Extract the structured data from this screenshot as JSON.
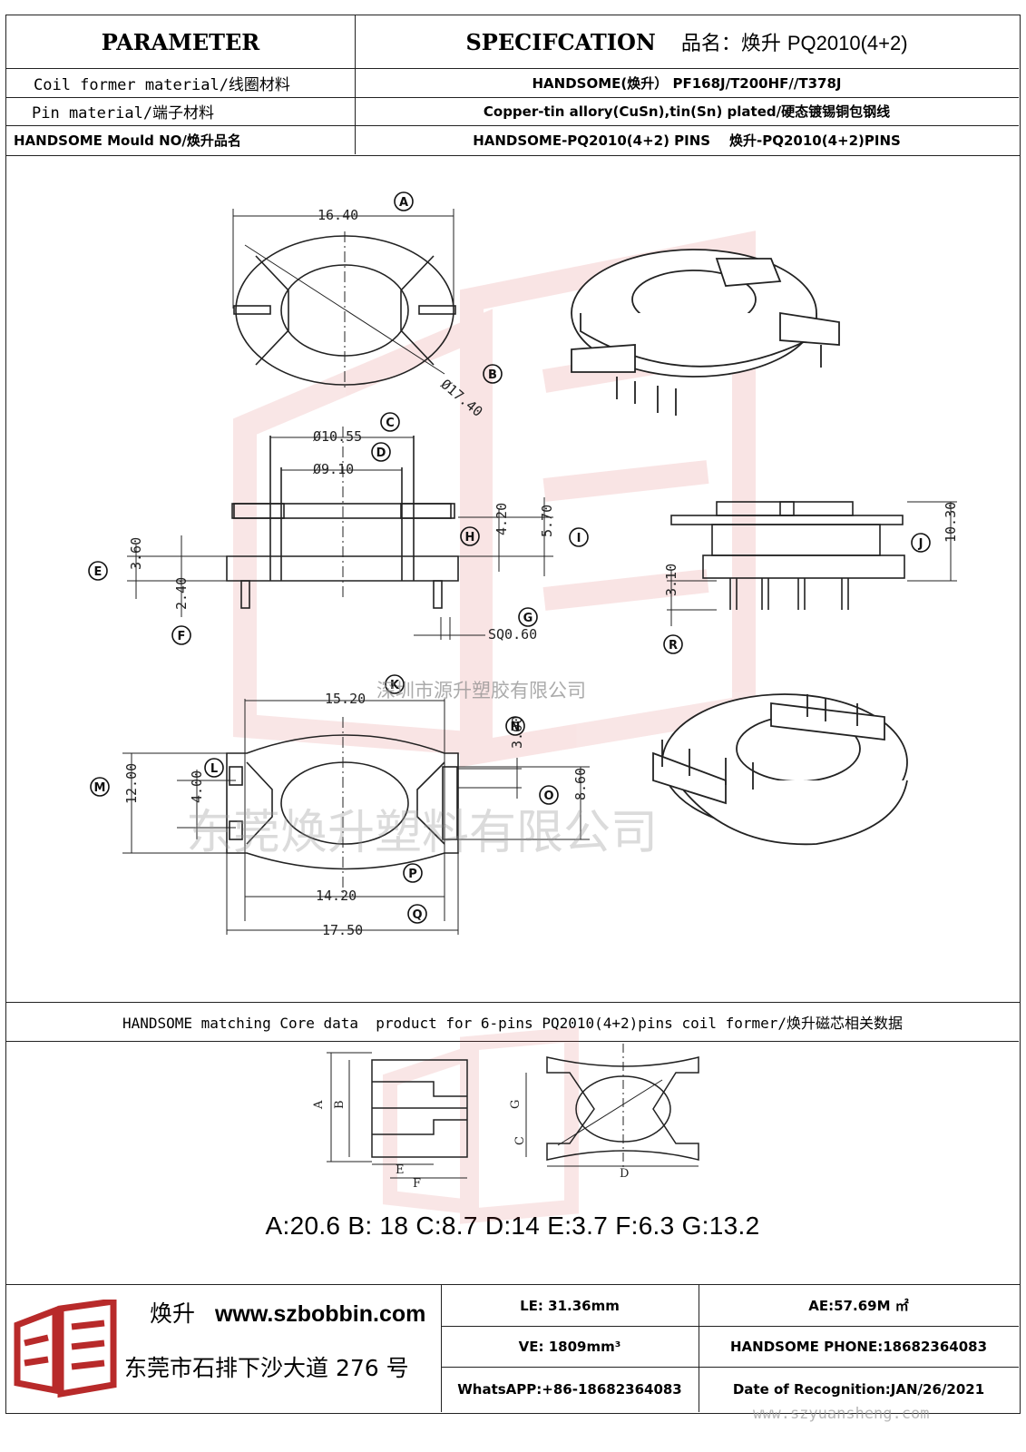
{
  "header": {
    "param_title": "PARAMETER",
    "spec_title": "SPECIFCATION",
    "product_name_label": "品名：焕升",
    "product_name_value": "PQ2010(4+2)",
    "rows": [
      {
        "label": "Coil former material/线圈材料",
        "value": "HANDSOME(焕升）  PF168J/T200HF//T378J"
      },
      {
        "label": "Pin material/端子材料",
        "value": "Copper-tin allory(CuSn),tin(Sn) plated/硬态镀锡铜包钢线"
      },
      {
        "label": "HANDSOME Mould NO/焕升品名",
        "value": "HANDSOME-PQ2010(4+2) PINS    焕升-PQ2010(4+2)PINS"
      }
    ]
  },
  "drawing": {
    "dims": {
      "A": "16.40",
      "B": "Ø17.40",
      "C": "Ø10.55",
      "D": "Ø9.10",
      "E": "3.60",
      "F": "2.40",
      "G": "SQ0.60",
      "H": "4.20",
      "I": "5.70",
      "J": "10.30",
      "R": "3.10",
      "K": "15.20",
      "L": "4.00",
      "M": "12.00",
      "N": "3.00",
      "O": "8.60",
      "P": "14.20",
      "Q": "17.50"
    },
    "letters": [
      "A",
      "B",
      "C",
      "D",
      "E",
      "F",
      "G",
      "H",
      "I",
      "J",
      "R",
      "K",
      "L",
      "M",
      "N",
      "O",
      "P",
      "Q"
    ],
    "watermark_line1": "深圳市源升塑胶有限公司",
    "watermark_line2": "东莞焕升塑料有限公司"
  },
  "core": {
    "title": "HANDSOME matching Core data  product for 6-pins PQ2010(4+2)pins coil former/焕升磁芯相关数据",
    "values_line": "A:20.6 B: 18 C:8.7 D:14 E:3.7 F:6.3 G:13.2",
    "figure_labels": [
      "A",
      "B",
      "C",
      "D",
      "E",
      "F",
      "G"
    ]
  },
  "footer": {
    "brand": "焕升",
    "website": "www.szbobbin.com",
    "address": "东莞市石排下沙大道 276 号",
    "cells": [
      [
        "LE: 31.36mm",
        "AE:57.69M ㎡"
      ],
      [
        "VE: 1809mm³",
        "HANDSOME PHONE:18682364083"
      ],
      [
        "WhatsAPP:+86-18682364083",
        "Date of Recognition:JAN/26/2021"
      ]
    ],
    "watermark_url": "www.szyuansheng.com"
  },
  "colors": {
    "line": "#222222",
    "watermark": "#d23a3a",
    "logo": "#b82a2a"
  }
}
